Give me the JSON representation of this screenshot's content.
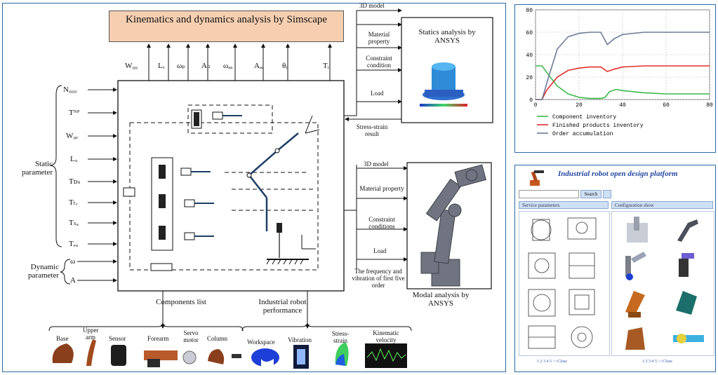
{
  "main_title": "Kinematics and dynamics analysis by Simscape",
  "top_outputs": [
    "W₀₀",
    "Lᵥ",
    "ωₚ",
    "Aₚ",
    "ωₐₐ",
    "Aₐₐ",
    "θᵢ",
    "Tᵢ"
  ],
  "static_inputs": [
    "N₀₀₀",
    "Tᴺᴾ",
    "W₀ₑ",
    "Lᵤ",
    "Tᴅₛ",
    "Tₜᵣ",
    "Tₛₐ",
    "Tₑᵤ"
  ],
  "static_label": "Static\nparameter",
  "dynamic_inputs": [
    "ω",
    "A"
  ],
  "dynamic_label": "Dynamic\nparameter",
  "statics": {
    "items": [
      "3D model",
      "Material property",
      "Constraint condition",
      "Load"
    ],
    "title": "Statics analysis by ANSYS",
    "result": "Stress-strain result"
  },
  "modal": {
    "items": [
      "3D model",
      "Material property",
      "Constraint conditions",
      "Load"
    ],
    "title": "Modal analysis by ANSYS",
    "result": "The frequency and vibration of first five order"
  },
  "components_label": "Components list",
  "performance_label": "Industrial robot performance",
  "components": [
    "Base",
    "Upper arm",
    "Sensor",
    "Forearm",
    "Servo motor",
    "Column"
  ],
  "performance": [
    "Workspace",
    "Vibration",
    "Stress-strain",
    "Kinematic velocity"
  ],
  "chart_data": {
    "type": "line",
    "x_ticks": [
      0,
      20,
      40,
      60,
      80
    ],
    "y_ticks": [
      0,
      20,
      40,
      60,
      80
    ],
    "xlim": [
      0,
      80
    ],
    "ylim": [
      0,
      80
    ],
    "grid": true,
    "legend_position": "bottom",
    "series": [
      {
        "name": "Component inventory",
        "color": "#3cb84a",
        "x": [
          0,
          3,
          6,
          10,
          15,
          20,
          25,
          30,
          32,
          34,
          37,
          40,
          50,
          60,
          70,
          80
        ],
        "y": [
          30,
          30,
          22,
          12,
          5,
          2,
          1,
          1,
          2,
          7,
          9,
          8,
          6,
          5,
          5,
          5
        ]
      },
      {
        "name": "Finished products inventory",
        "color": "#e0302c",
        "x": [
          0,
          3,
          5,
          10,
          15,
          20,
          25,
          30,
          33,
          36,
          40,
          50,
          60,
          70,
          80
        ],
        "y": [
          0,
          0,
          8,
          20,
          26,
          28,
          29,
          29,
          25,
          27,
          29,
          30,
          30,
          30,
          30
        ]
      },
      {
        "name": "Order accumulation",
        "color": "#6b7c95",
        "x": [
          0,
          3,
          6,
          10,
          15,
          20,
          25,
          30,
          33,
          36,
          40,
          50,
          60,
          70,
          80
        ],
        "y": [
          0,
          0,
          20,
          45,
          56,
          59,
          60,
          60,
          49,
          54,
          58,
          60,
          60,
          60,
          60
        ]
      }
    ]
  },
  "platform": {
    "title": "Industrial robot open design platform",
    "search_button": "Search",
    "left_header": "Service parameters",
    "right_header": "Configuration show",
    "pager": "1 2 3 4 5 >>Close"
  }
}
